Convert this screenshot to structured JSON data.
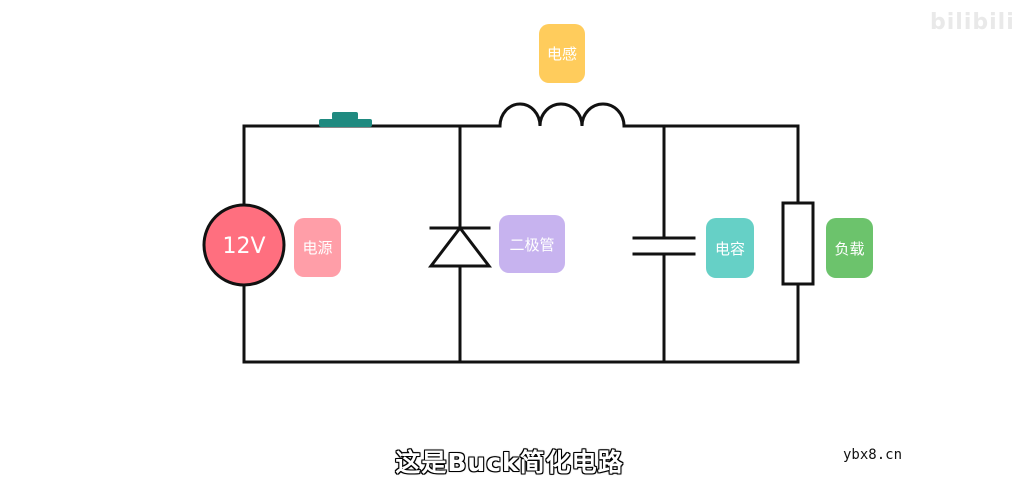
{
  "components": {
    "source": {
      "value_text": "12V",
      "tag": "电源"
    },
    "inductor": {
      "tag": "电感"
    },
    "diode": {
      "tag": "二极管"
    },
    "capacitor": {
      "tag": "电容"
    },
    "load": {
      "tag": "负载"
    }
  },
  "subtitle": "这是Buck简化电路",
  "watermark": "bilibili",
  "site_mark": "ybx8.cn",
  "colors": {
    "source": "#ff6f7f",
    "source_tag": "#ff9ea8",
    "switch": "#1f8a80",
    "inductor_tag": "#ffcc5c",
    "diode_tag": "#c7b3ef",
    "capacitor_tag": "#66d0c6",
    "load_tag": "#6cc36c",
    "wire": "#111111"
  }
}
